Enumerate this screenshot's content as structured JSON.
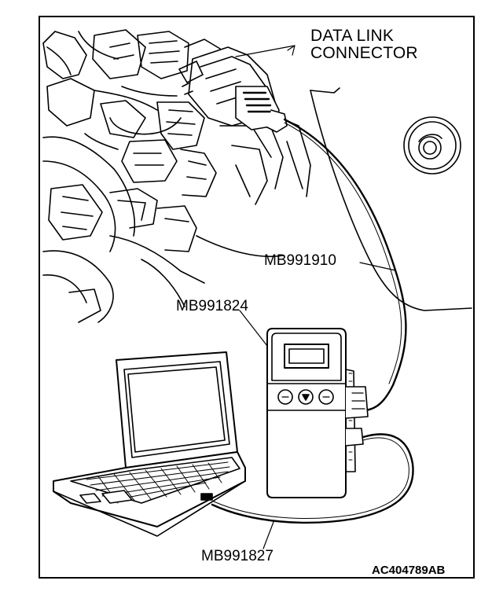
{
  "labels": {
    "data_link_connector_line1": "DATA LINK",
    "data_link_connector_line2": "CONNECTOR",
    "cable_mb991910": "MB991910",
    "tool_mb991824": "MB991824",
    "cable_mb991827": "MB991827",
    "figure_code": "AC404789AB"
  },
  "colors": {
    "ink": "#000000",
    "paper": "#ffffff"
  }
}
